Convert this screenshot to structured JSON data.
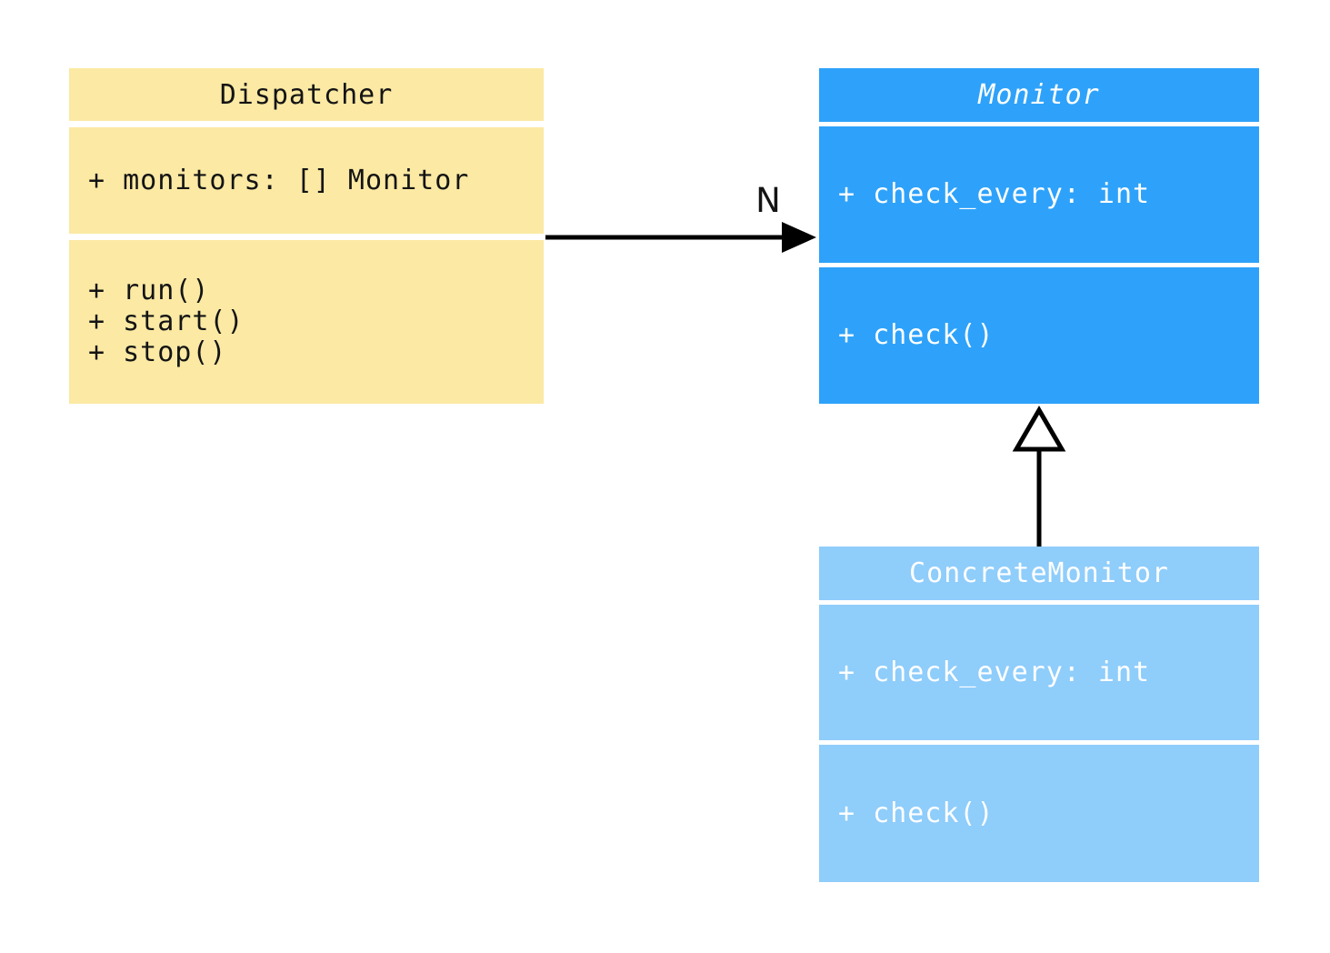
{
  "diagram": {
    "background_color": "#ffffff",
    "classes": {
      "dispatcher": {
        "title": "Dispatcher",
        "fill": "#FBE9A4",
        "text_color": "#141414",
        "attributes": [
          "+ monitors: [] Monitor"
        ],
        "methods": [
          "+ run()",
          "+ start()",
          "+ stop()"
        ]
      },
      "monitor": {
        "title": "Monitor",
        "abstract": true,
        "fill": "#2EA2FA",
        "text_color": "#FFFFFF",
        "attributes": [
          "+ check_every: int"
        ],
        "methods": [
          "+ check()"
        ]
      },
      "concrete_monitor": {
        "title": "ConcreteMonitor",
        "abstract": false,
        "fill": "#8FCDFB",
        "text_color": "#FFFFFF",
        "attributes": [
          "+ check_every: int"
        ],
        "methods": [
          "+ check()"
        ]
      }
    },
    "relations": {
      "association": {
        "from": "Dispatcher",
        "to": "Monitor",
        "label": "N",
        "line_color": "#000000"
      },
      "inheritance": {
        "from": "ConcreteMonitor",
        "to": "Monitor",
        "line_color": "#000000"
      }
    }
  }
}
